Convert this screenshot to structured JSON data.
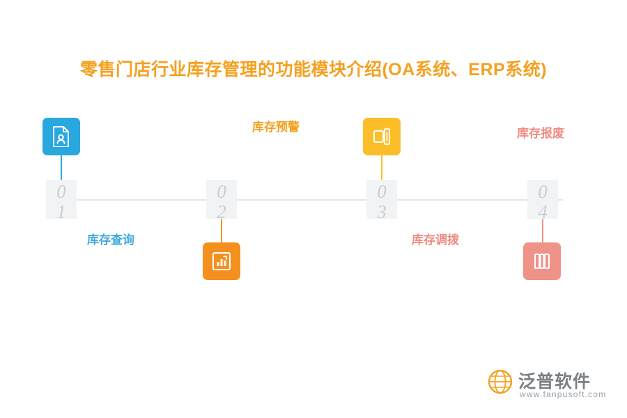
{
  "page": {
    "title": "零售门店行业库存管理的功能模块介绍(OA系统、ERP系统)",
    "title_color": "#f5a020",
    "background": "#ffffff"
  },
  "timeline": {
    "axis_color": "#e3e5e7",
    "nodes": [
      {
        "number_top": "0",
        "number_bottom": "1",
        "label": "库存查询",
        "label_color": "#3fa9de",
        "icon": "document-user-icon",
        "icon_tile_color": "#29a8df",
        "icon_position": "above",
        "label_position": "below"
      },
      {
        "number_top": "0",
        "number_bottom": "2",
        "label": "库存预警",
        "label_color": "#f5a020",
        "icon": "bar-chart-box-icon",
        "icon_tile_color": "#f4901e",
        "icon_position": "below",
        "label_position": "above"
      },
      {
        "number_top": "0",
        "number_bottom": "3",
        "label": "库存调拨",
        "label_color": "#ef8b82",
        "icon": "devices-transfer-icon",
        "icon_tile_color": "#fbbe28",
        "icon_position": "above",
        "label_position": "below"
      },
      {
        "number_top": "0",
        "number_bottom": "4",
        "label": "库存报废",
        "label_color": "#ef8b82",
        "icon": "books-shelf-icon",
        "icon_tile_color": "#ef9288",
        "icon_position": "below",
        "label_position": "above"
      }
    ]
  },
  "logo": {
    "name": "泛普软件",
    "domain": "www.fanpusoft.com",
    "mark": "globe-icon",
    "color": "#7a8084"
  }
}
